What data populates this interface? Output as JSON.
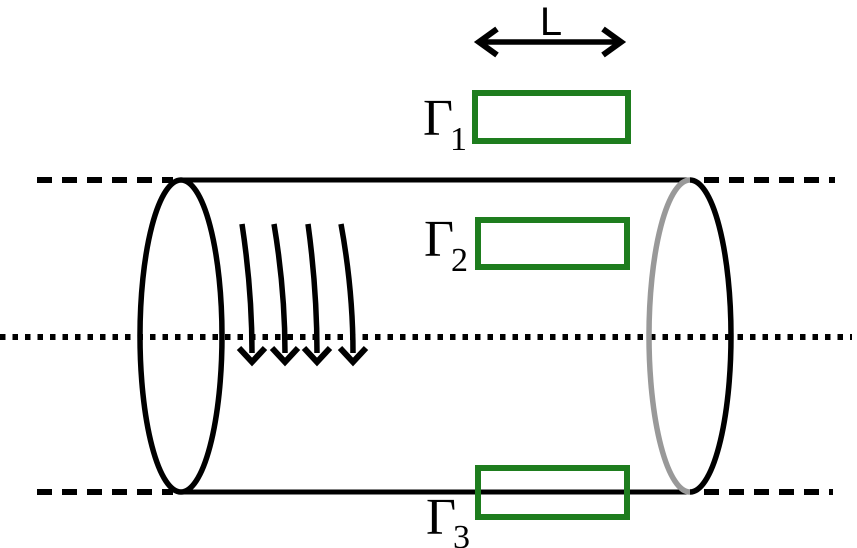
{
  "figure": {
    "description": "Sketch of a cylindrical domain with dashed reference lines, a length dimension arrow, downward flow arrows inside the cylinder, and three green boundary patches",
    "length_label": "L",
    "labels": {
      "gamma1": {
        "symbol": "Γ",
        "sub": "1"
      },
      "gamma2": {
        "symbol": "Γ",
        "sub": "2"
      },
      "gamma3": {
        "symbol": "Γ",
        "sub": "3"
      }
    },
    "colors": {
      "ink": "#000000",
      "hidden_edge": "#999999",
      "patch_outline": "#1e7d1e",
      "background": "#ffffff"
    },
    "flow_arrows": {
      "count": 4,
      "direction": "downward"
    },
    "reference_lines": {
      "top_style": "dashed",
      "axis_style": "dotted",
      "bottom_style": "dashed"
    }
  }
}
